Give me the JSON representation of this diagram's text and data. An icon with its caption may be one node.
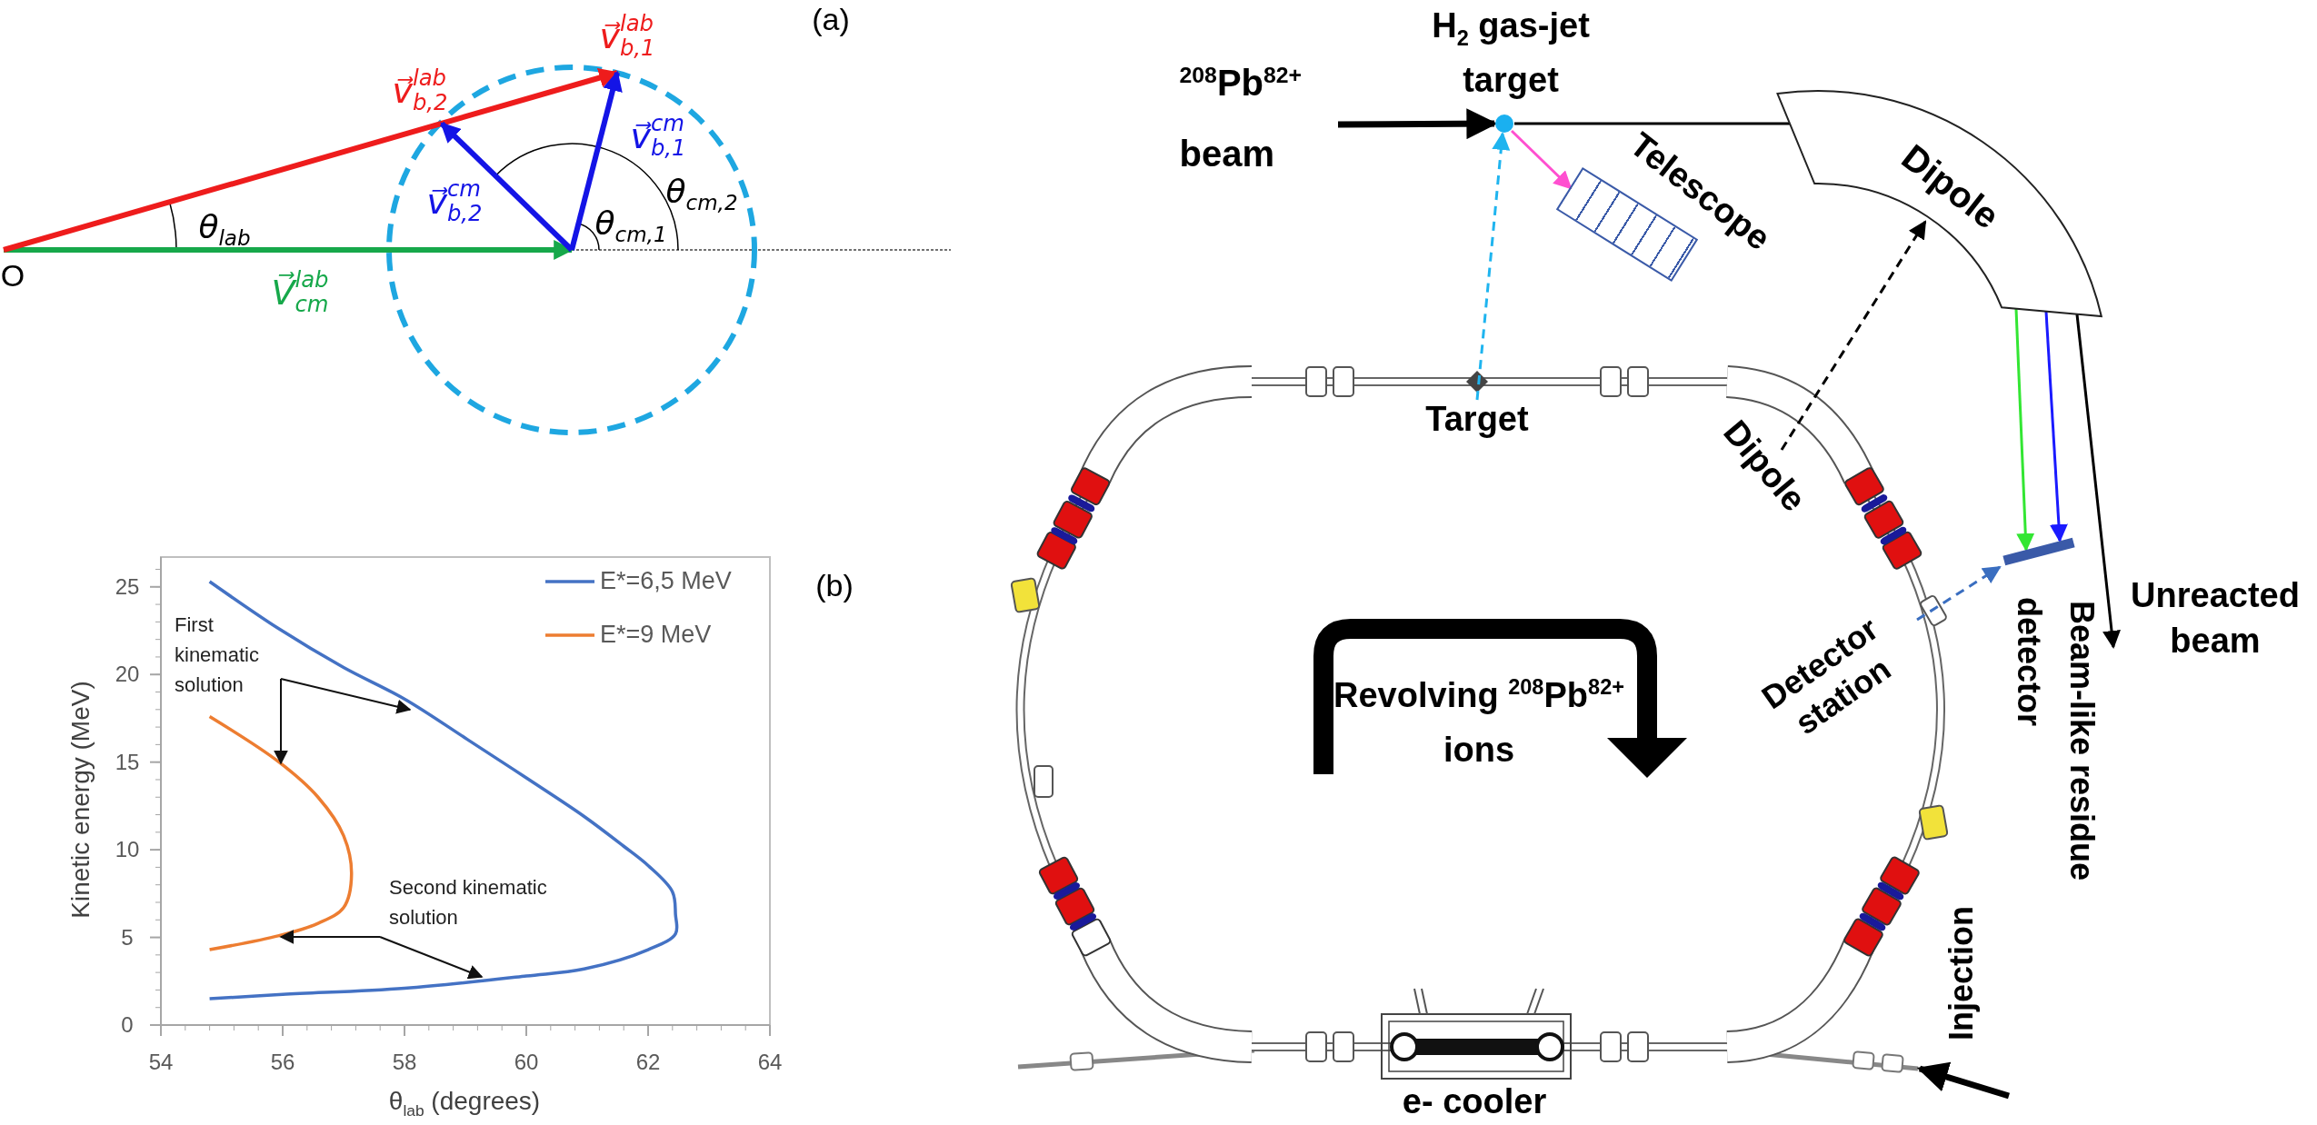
{
  "diagram": {
    "nodes": [
      {
        "text": [
          "$^{208}$Pb$^{82+}$ beam"
        ]
      },
      {
        "text": [],
        "shape": "circle",
        "beside": [
          "H$_{2}$ gas-jet target"
        ]
      },
      {
        "text": [
          "Telescope"
        ]
      },
      {
        "text": [
          "Dipole"
        ]
      },
      {
        "text": [
          "Target"
        ]
      },
      {
        "text": [
          "Dipole"
        ]
      },
      {
        "text": [
          "Detector station"
        ]
      },
      {
        "text": [],
        "shape": "bar",
        "beside": [
          "detector"
        ]
      },
      {
        "text": [
          "Unreacted beam"
        ]
      }
    ],
    "edges": [
      {
        "from": 0,
        "to": 1,
        "arrow": "to",
        "style": "thick"
      },
      {
        "from": 1,
        "to": 3,
        "arrow": "none"
      },
      {
        "from": 1,
        "to": 2,
        "arrow": "to",
        "color": "#ff4fd0"
      },
      {
        "from": 4,
        "to": 1,
        "arrow": "to",
        "style": "dashed",
        "color": "#1fb4ef"
      },
      {
        "from": 5,
        "to": 3,
        "arrow": "to",
        "style": "dashed"
      },
      {
        "from": 3,
        "to": 7,
        "arrow": "to",
        "color": "#33e633"
      },
      {
        "from": 3,
        "to": 7,
        "arrow": "to",
        "color": "#1a1aff"
      },
      {
        "from": 3,
        "to": 8,
        "arrow": "to"
      },
      {
        "from": 6,
        "to": 7,
        "arrow": "to",
        "style": "dashed",
        "color": "#3a6ec0"
      }
    ],
    "labels": [
      "(a)",
      "v⃗$^{lab}$$_{b,1}$",
      "v⃗$^{lab}$$_{b,2}$",
      "v⃗$^{cm}$$_{b,1}$",
      "θ$_{cm,2}$",
      "v⃗$^{cm}$$_{b,2}$",
      "θ$_{lab}$",
      "θ$_{cm,1}$",
      "O",
      "V⃗$^{lab}$$_{cm}$",
      "(b)",
      "Revolving $^{208}$Pb$^{82+}$ ions",
      "Beam-like residue",
      "e- cooler",
      "Injection"
    ],
    "chart_data": {
      "type": "line",
      "xlabel": "θ$_{lab}$ (degrees)",
      "ylabel": "Kinetic energy (MeV)",
      "xlim": [
        54,
        64
      ],
      "ylim": [
        0,
        26.7
      ],
      "legend": true,
      "xticks": [
        54,
        56,
        58,
        60,
        62,
        64
      ],
      "yticks": [
        0,
        5,
        10,
        15,
        20,
        25
      ],
      "series": [
        {
          "name": "E*=6,5 MeV",
          "color": "#4472c4",
          "x": [
            54.8,
            55.94,
            57.0,
            58,
            59.03,
            60,
            60.95,
            61.6,
            62.0,
            62.4,
            62.45,
            62.45,
            62.0,
            60.95,
            60,
            58,
            56,
            54.8
          ],
          "values": [
            25.3,
            22.6,
            20.4,
            18.6,
            16.3,
            14.1,
            11.9,
            10.2,
            9.1,
            7.6,
            6.3,
            5.2,
            4.3,
            3.2,
            2.8,
            2.1,
            1.75,
            1.5
          ]
        },
        {
          "name": "E*=9 MeV",
          "color": "#ed7d31",
          "x": [
            54.8,
            55.94,
            56.58,
            57.0,
            57.13,
            57.0,
            56.58,
            55.94,
            54.8
          ],
          "values": [
            17.6,
            15.0,
            13.0,
            10.8,
            8.6,
            6.7,
            5.8,
            5.1,
            4.3
          ]
        }
      ],
      "annotations": [
        {
          "text": "First kinematic solution"
        },
        {
          "text": "Second kinematic solution"
        }
      ]
    }
  }
}
